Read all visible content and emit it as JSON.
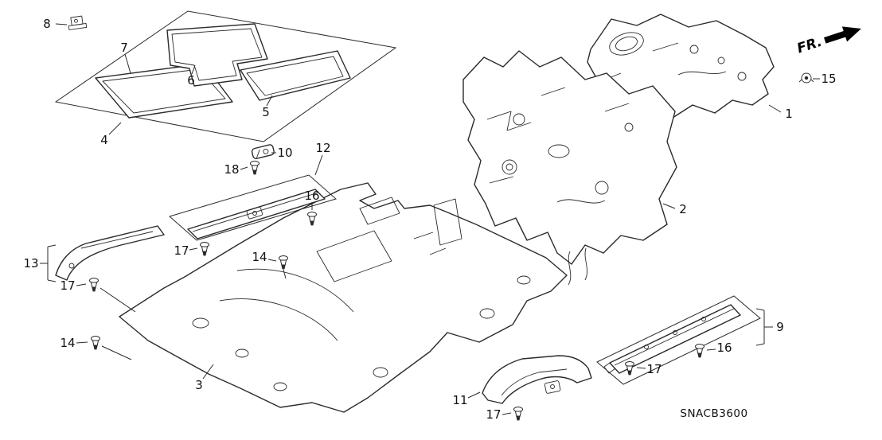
{
  "diagram": {
    "part_code": "SNACB3600",
    "direction_label": "FR.",
    "item_labels": {
      "1": "1",
      "2": "2",
      "3": "3",
      "4": "4",
      "5": "5",
      "6": "6",
      "7": "7",
      "8": "8",
      "9": "9",
      "10": "10",
      "11": "11",
      "12": "12",
      "13": "13",
      "14": "14",
      "15": "15",
      "16": "16",
      "17": "17",
      "18": "18"
    }
  }
}
